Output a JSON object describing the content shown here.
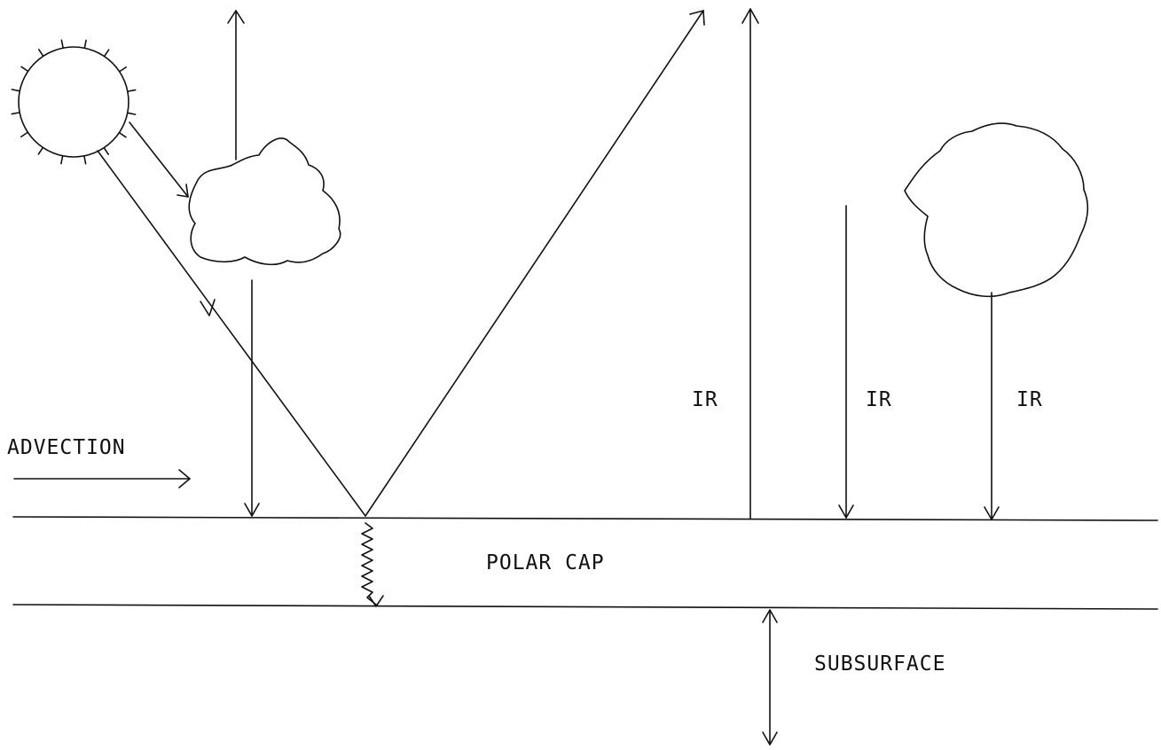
{
  "labels": {
    "advection": "ADVECTION",
    "polar_cap": "POLAR CAP",
    "subsurface": "SUBSURFACE",
    "ir_upward": "IR",
    "ir_downward": "IR",
    "ir_cloud": "IR"
  },
  "colors": {
    "ink": "#111111",
    "background": "#ffffff"
  }
}
